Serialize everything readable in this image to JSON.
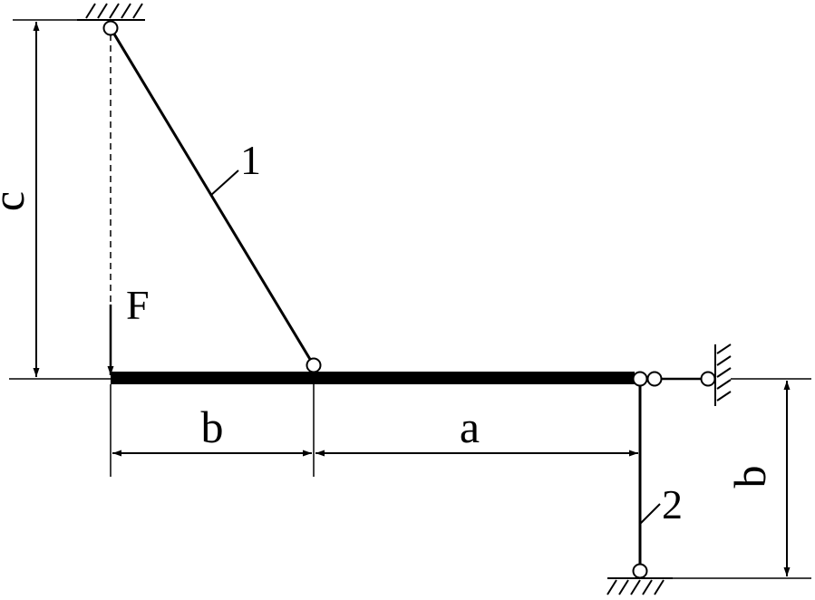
{
  "labels": {
    "force": "F",
    "rod1": "1",
    "rod2": "2",
    "dim_c": "c",
    "dim_b_horizontal": "b",
    "dim_a": "a",
    "dim_b_vertical": "b"
  },
  "colors": {
    "ink": "#000000",
    "background": "#ffffff"
  }
}
